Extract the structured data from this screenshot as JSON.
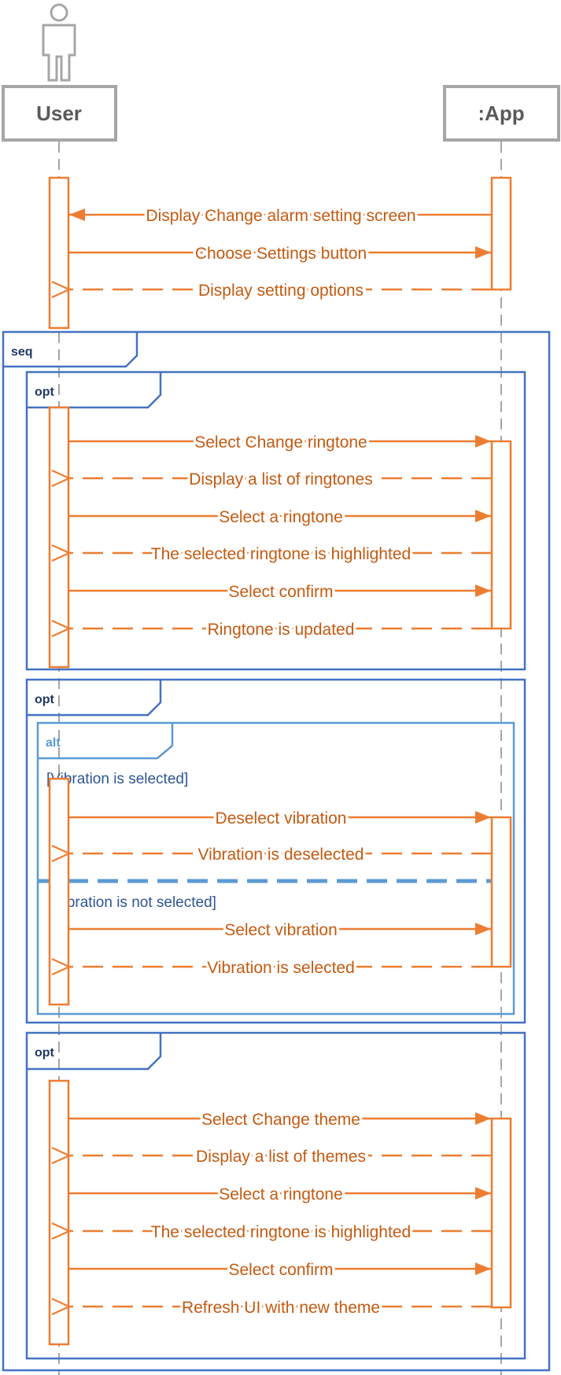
{
  "participants": {
    "user": "User",
    "app": ":App"
  },
  "frames": {
    "seq": "seq",
    "opt1": "opt",
    "opt2": "opt",
    "alt": "alt",
    "opt3": "opt"
  },
  "guards": {
    "alt_first": "[Vibration is selected]",
    "alt_second": "[Vibration is not selected]"
  },
  "messages": {
    "m1": "Display Change alarm setting screen",
    "m2": "Choose Settings button",
    "m3": "Display setting options",
    "m4": "Select Change ringtone",
    "m5": "Display a list of ringtones",
    "m6": "Select a ringtone",
    "m7": "The selected ringtone is highlighted",
    "m8": "Select confirm",
    "m9": "Ringtone is updated",
    "m10": "Deselect vibration",
    "m11": "Vibration is deselected",
    "m12": "Select vibration",
    "m13": "Vibration is selected",
    "m14": "Select Change theme",
    "m15": "Display a list of themes",
    "m16": "Select a ringtone",
    "m17": "The selected ringtone is highlighted",
    "m18": "Select confirm",
    "m19": "Refresh UI with new theme"
  },
  "colors": {
    "message": "#ed7d31",
    "message_text": "#c55a11",
    "frame": "#4472c4",
    "alt_frame": "#5b9bd5",
    "lifeline": "#a6a6a6",
    "actor": "#a6a6a6"
  }
}
